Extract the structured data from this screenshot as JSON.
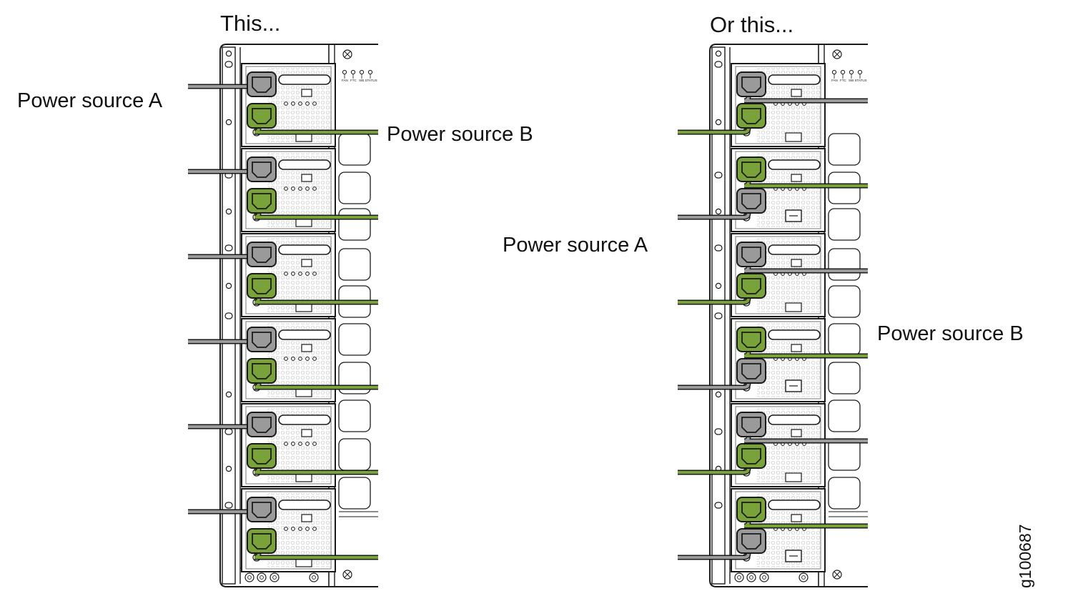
{
  "headings": {
    "left": "This...",
    "right": "Or this..."
  },
  "labels": {
    "left_source_a": "Power source A",
    "left_source_b": "Power source B",
    "right_source_a": "Power source A",
    "right_source_b": "Power source B"
  },
  "figure_id": "g100687",
  "panel_status_labels": [
    "FAN",
    "FTC",
    "SIB STATUS"
  ],
  "colors": {
    "source_a": "#9a9a9a",
    "source_b": "#79a33a",
    "chassis_outline": "#1a1a1a",
    "chassis_fill": "#ffffff"
  },
  "configurations": {
    "left": [
      "AB",
      "AB",
      "AB",
      "AB",
      "AB",
      "AB"
    ],
    "right": [
      "AB",
      "BA",
      "AB",
      "BA",
      "AB",
      "BA"
    ]
  }
}
